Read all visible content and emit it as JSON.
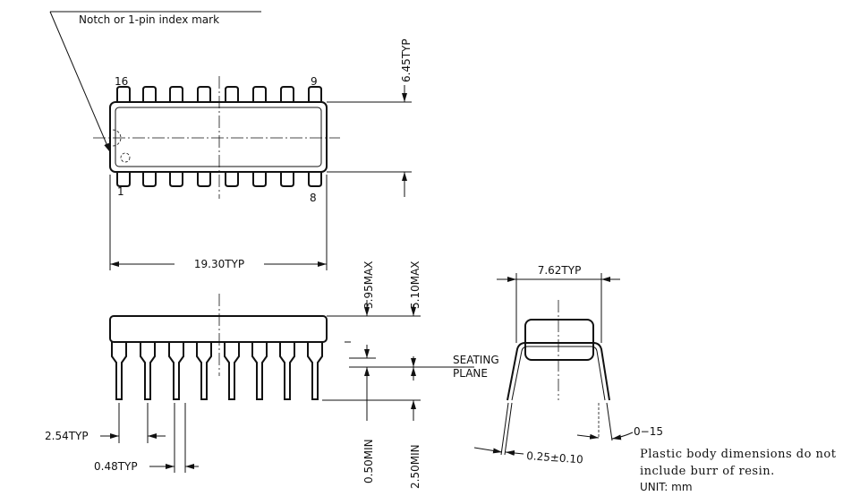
{
  "title": "16-pin DIP package outline drawing",
  "top_view": {
    "index_label": "Notch or 1-pin index mark",
    "pin_labels": {
      "p16": "16",
      "p9": "9",
      "p1": "1",
      "p8": "8"
    },
    "width_dim": "6.45TYP",
    "length_dim": "19.30TYP"
  },
  "side_view": {
    "body_height": "3.95MAX",
    "total_height": "5.10MAX",
    "standoff": "0.50MIN",
    "lead_length": "2.50MIN",
    "seating_plane": [
      "SEATING",
      "PLANE"
    ],
    "pitch": "2.54TYP",
    "lead_width": "0.48TYP"
  },
  "end_view": {
    "row_spacing": "7.62TYP",
    "lead_thickness": "0.25±0.10",
    "lead_angle": "0−15"
  },
  "notes": {
    "line1": "Plastic body dimensions do not",
    "line2": "include burr of resin.",
    "unit": "UNIT: mm"
  }
}
